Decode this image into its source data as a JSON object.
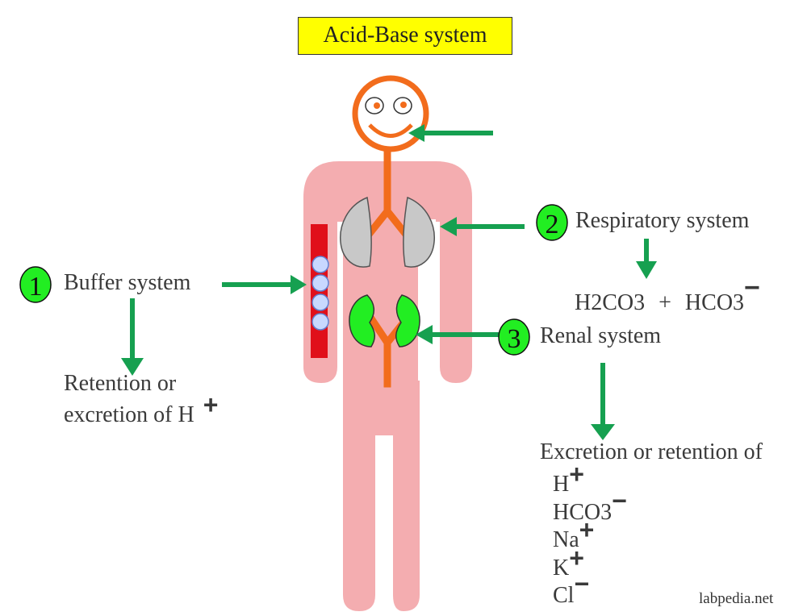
{
  "title": "Acid-Base system",
  "numbers": {
    "one": "1",
    "two": "2",
    "three": "3"
  },
  "buffer": {
    "label": "Buffer system",
    "result_line1": "Retention or",
    "result_line2": "excretion of H",
    "result_sign": "+"
  },
  "respiratory": {
    "label": "Respiratory system",
    "acid": "H2CO3",
    "plus": "+",
    "base": "HCO3",
    "base_sign": "−"
  },
  "renal": {
    "label": "Renal system",
    "result": "Excretion or retention of",
    "ions": [
      {
        "name": "H",
        "charge": "+"
      },
      {
        "name": "HCO3",
        "charge": "−"
      },
      {
        "name": "Na",
        "charge": "+"
      },
      {
        "name": "K",
        "charge": "+"
      },
      {
        "name": "Cl",
        "charge": "−"
      }
    ]
  },
  "watermark": "labpedia.net",
  "colors": {
    "body": "#f4adb0",
    "skeleton": "#f26c1c",
    "arrow": "#16a050",
    "badge": "#22ee22",
    "blood": "#e0101a",
    "lung": "#c8c8c8",
    "kidney": "#22ee22",
    "title_bg": "#ffff00"
  }
}
